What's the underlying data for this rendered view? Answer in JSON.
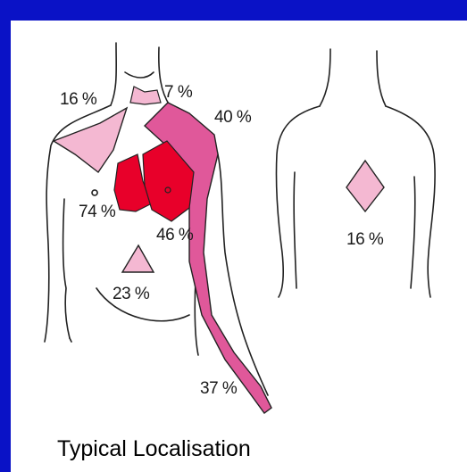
{
  "diagram": {
    "caption": "Typical Localisation",
    "labels": {
      "shoulder_right": "16 %",
      "neck": "7 %",
      "shoulder_left": "40 %",
      "chest_right": "74 %",
      "chest_center": "46 %",
      "epigastrium": "23 %",
      "forearm": "37 %",
      "back": "16 %"
    },
    "colors": {
      "intense": "#e8002a",
      "light": "#f4b8d2",
      "medium": "#e0589a",
      "outline": "#222222"
    }
  }
}
